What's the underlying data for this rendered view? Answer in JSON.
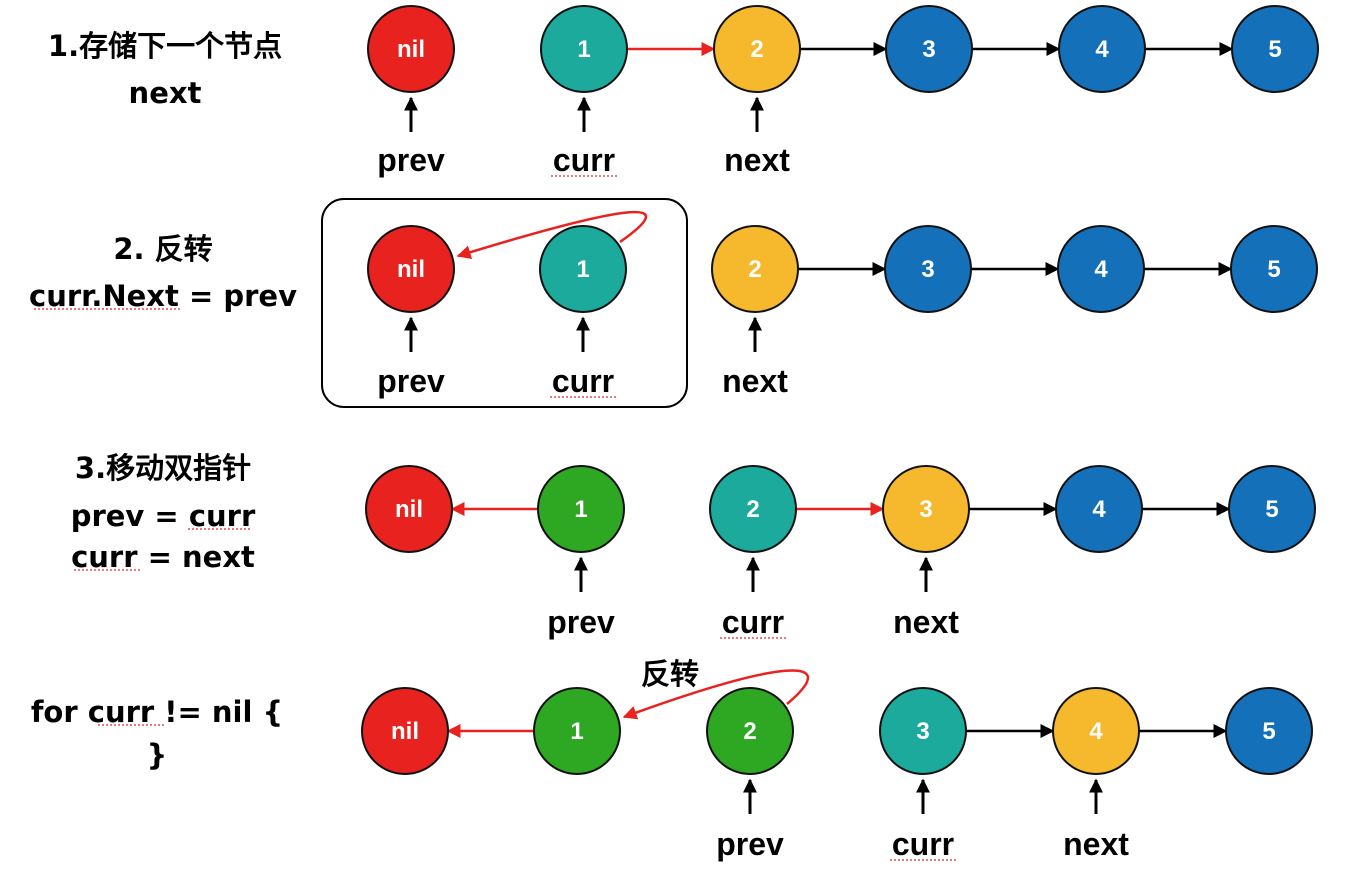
{
  "colors": {
    "red": "#e8221e",
    "teal": "#1baa9b",
    "yellow": "#f6b92d",
    "blue": "#1470b8",
    "green": "#2ea823",
    "red_arrow": "#e8221e",
    "black_arrow": "#000000",
    "next_highlight": "#9a1b5c"
  },
  "steps": [
    {
      "title": "1.存储下一个节点",
      "subtitle_lines": [
        "next"
      ],
      "nodes": [
        {
          "label": "nil",
          "color": "red"
        },
        {
          "label": "1",
          "color": "teal"
        },
        {
          "label": "2",
          "color": "yellow"
        },
        {
          "label": "3",
          "color": "blue"
        },
        {
          "label": "4",
          "color": "blue"
        },
        {
          "label": "5",
          "color": "blue"
        }
      ],
      "pointers": [
        {
          "label": "prev",
          "node": 0
        },
        {
          "label": "curr",
          "node": 1
        },
        {
          "label": "next",
          "node": 2,
          "highlight": true
        }
      ]
    },
    {
      "title": "2. 反转",
      "subtitle_lines": [
        "curr.Next = prev"
      ],
      "nodes": [
        {
          "label": "nil",
          "color": "red"
        },
        {
          "label": "1",
          "color": "teal"
        },
        {
          "label": "2",
          "color": "yellow"
        },
        {
          "label": "3",
          "color": "blue"
        },
        {
          "label": "4",
          "color": "blue"
        },
        {
          "label": "5",
          "color": "blue"
        }
      ],
      "pointers": [
        {
          "label": "prev",
          "node": 0
        },
        {
          "label": "curr",
          "node": 1
        },
        {
          "label": "next",
          "node": 2
        }
      ]
    },
    {
      "title": "3.移动双指针",
      "subtitle_lines": [
        "prev = curr",
        "curr = next"
      ],
      "nodes": [
        {
          "label": "nil",
          "color": "red"
        },
        {
          "label": "1",
          "color": "green"
        },
        {
          "label": "2",
          "color": "teal"
        },
        {
          "label": "3",
          "color": "yellow"
        },
        {
          "label": "4",
          "color": "blue"
        },
        {
          "label": "5",
          "color": "blue"
        }
      ],
      "pointers": [
        {
          "label": "prev",
          "node": 1
        },
        {
          "label": "curr",
          "node": 2
        },
        {
          "label": "next",
          "node": 3
        }
      ]
    },
    {
      "title": "for curr != nil {",
      "subtitle_lines": [
        "}"
      ],
      "annotation": "反转",
      "nodes": [
        {
          "label": "nil",
          "color": "red"
        },
        {
          "label": "1",
          "color": "green"
        },
        {
          "label": "2",
          "color": "green"
        },
        {
          "label": "3",
          "color": "teal"
        },
        {
          "label": "4",
          "color": "yellow"
        },
        {
          "label": "5",
          "color": "blue"
        }
      ],
      "pointers": [
        {
          "label": "prev",
          "node": 2
        },
        {
          "label": "curr",
          "node": 3
        },
        {
          "label": "next",
          "node": 4
        }
      ]
    }
  ]
}
